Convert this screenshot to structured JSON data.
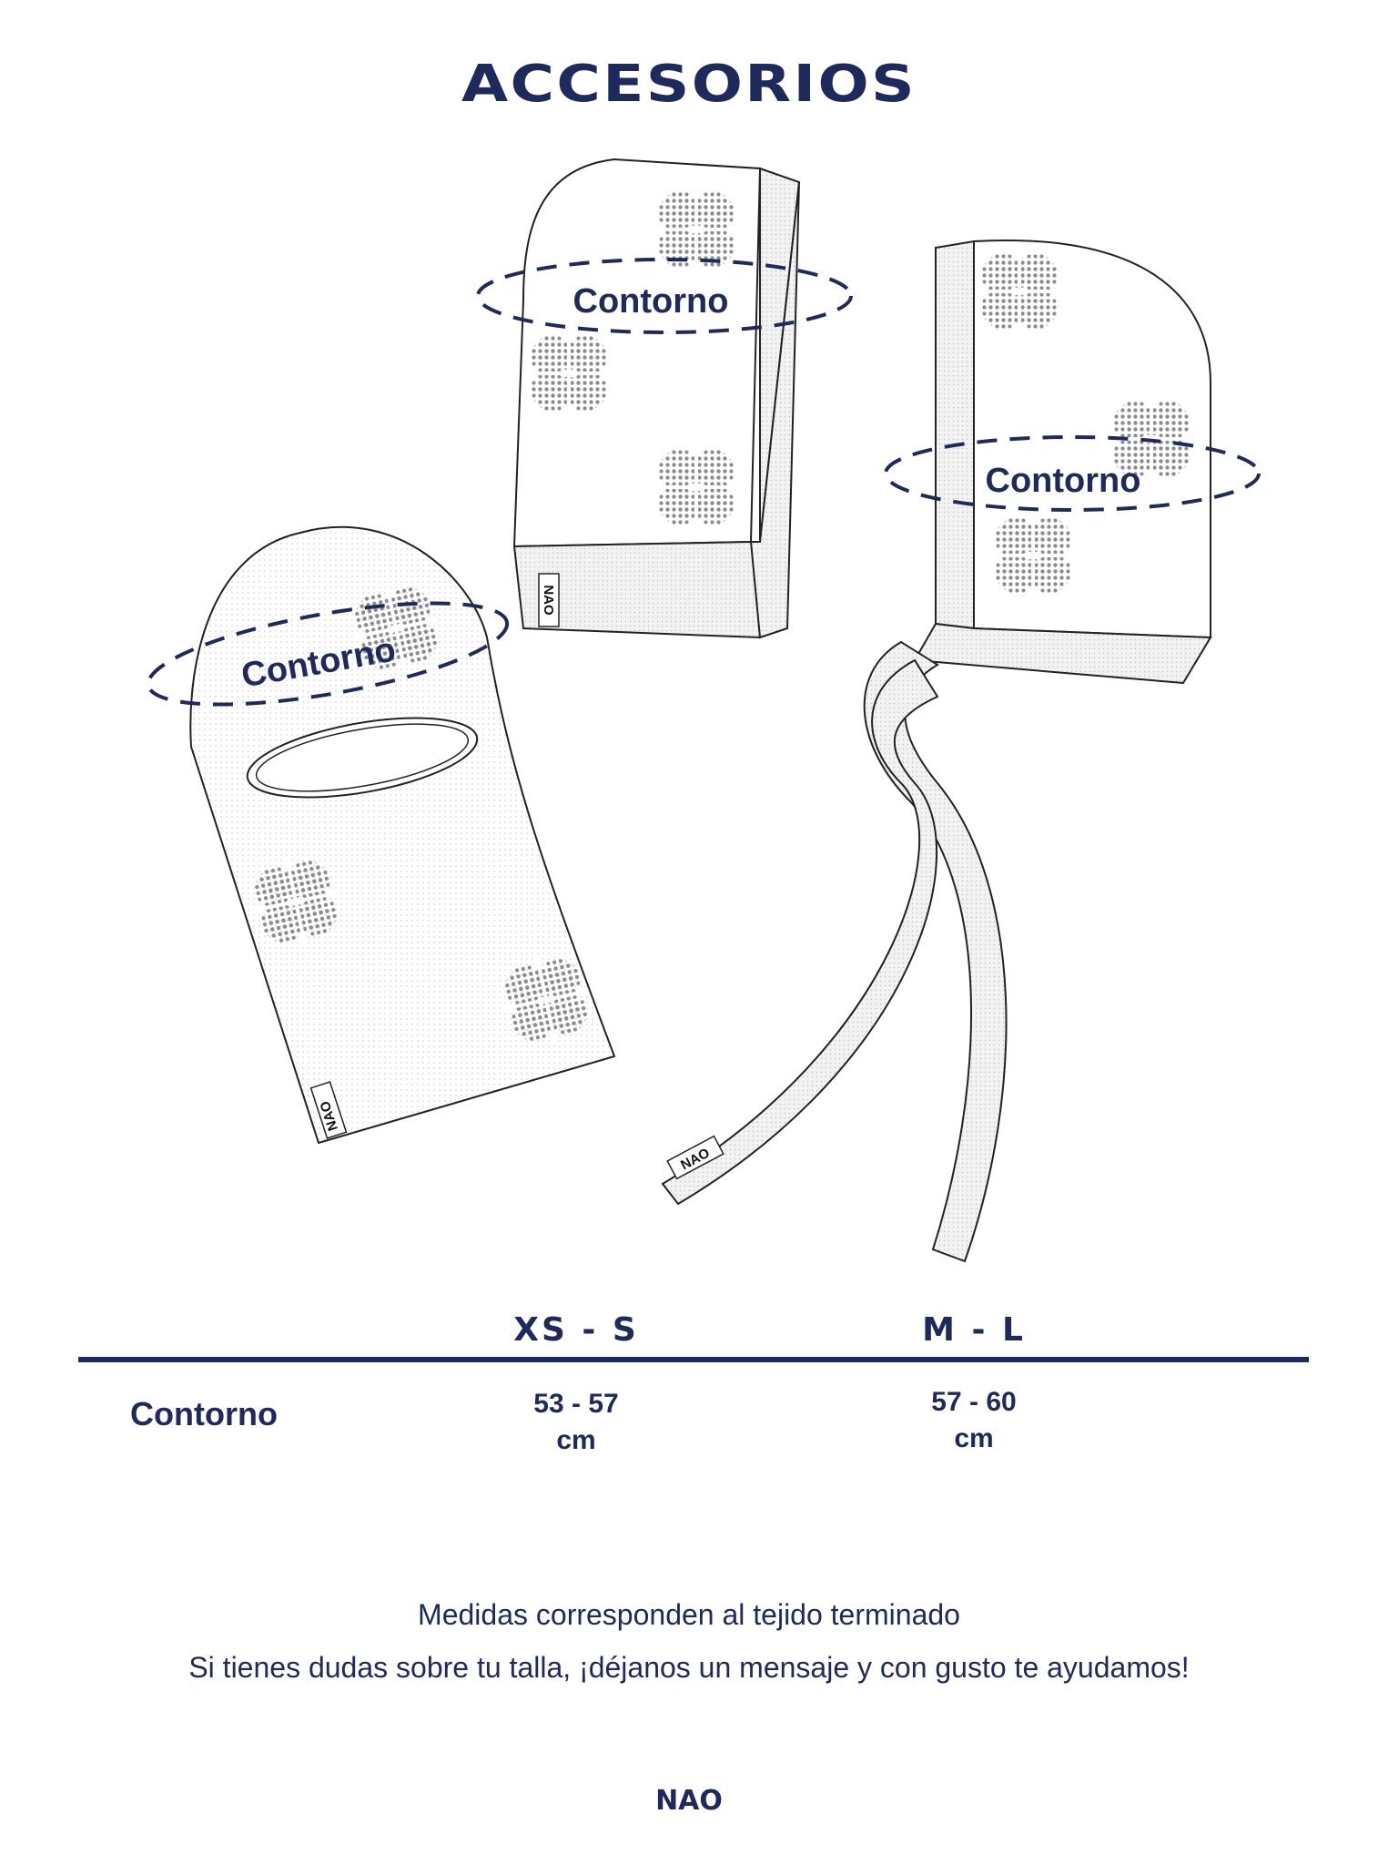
{
  "page": {
    "title": "ACCESORIOS",
    "brand": "NAO"
  },
  "illustration": {
    "callout_label": "Contorno",
    "garment_tag": "NAO",
    "items": [
      "balaclava",
      "hood",
      "bonnet"
    ]
  },
  "size_table": {
    "columns": [
      "XS - S",
      "M - L"
    ],
    "rows": [
      {
        "label": "Contorno",
        "values": [
          {
            "range": "53 - 57",
            "unit": "cm"
          },
          {
            "range": "57 - 60",
            "unit": "cm"
          }
        ]
      }
    ]
  },
  "notes": [
    "Medidas corresponden al tejido terminado",
    "Si tienes dudas sobre tu talla, ¡déjanos un mensaje y con gusto te ayudamos!"
  ],
  "colors": {
    "navy": "#1f2a5c",
    "outline": "#222222",
    "pattern": "#9a9a9a"
  },
  "icons": [
    "clover-motif-icon"
  ]
}
